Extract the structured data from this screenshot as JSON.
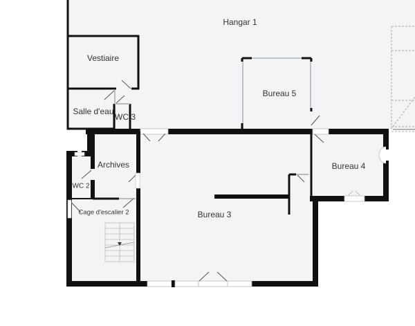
{
  "plan": {
    "colors": {
      "wall": "#111111",
      "floor": "#f4f4f4",
      "background": "#ffffff",
      "label": "#333333",
      "dashed": "#aaaaaa"
    },
    "rooms": [
      {
        "id": "hangar-1",
        "label": "Hangar 1"
      },
      {
        "id": "vestiaire",
        "label": "Vestiaire"
      },
      {
        "id": "salle-deau",
        "label": "Salle d'eau"
      },
      {
        "id": "wc-3",
        "label": "WC 3"
      },
      {
        "id": "bureau-5",
        "label": "Bureau 5"
      },
      {
        "id": "archives",
        "label": "Archives"
      },
      {
        "id": "wc-2",
        "label": "WC 2"
      },
      {
        "id": "cage-escalier-2",
        "label": "Cage d'escalier 2"
      },
      {
        "id": "bureau-3",
        "label": "Bureau 3"
      },
      {
        "id": "bureau-4",
        "label": "Bureau 4"
      }
    ]
  }
}
